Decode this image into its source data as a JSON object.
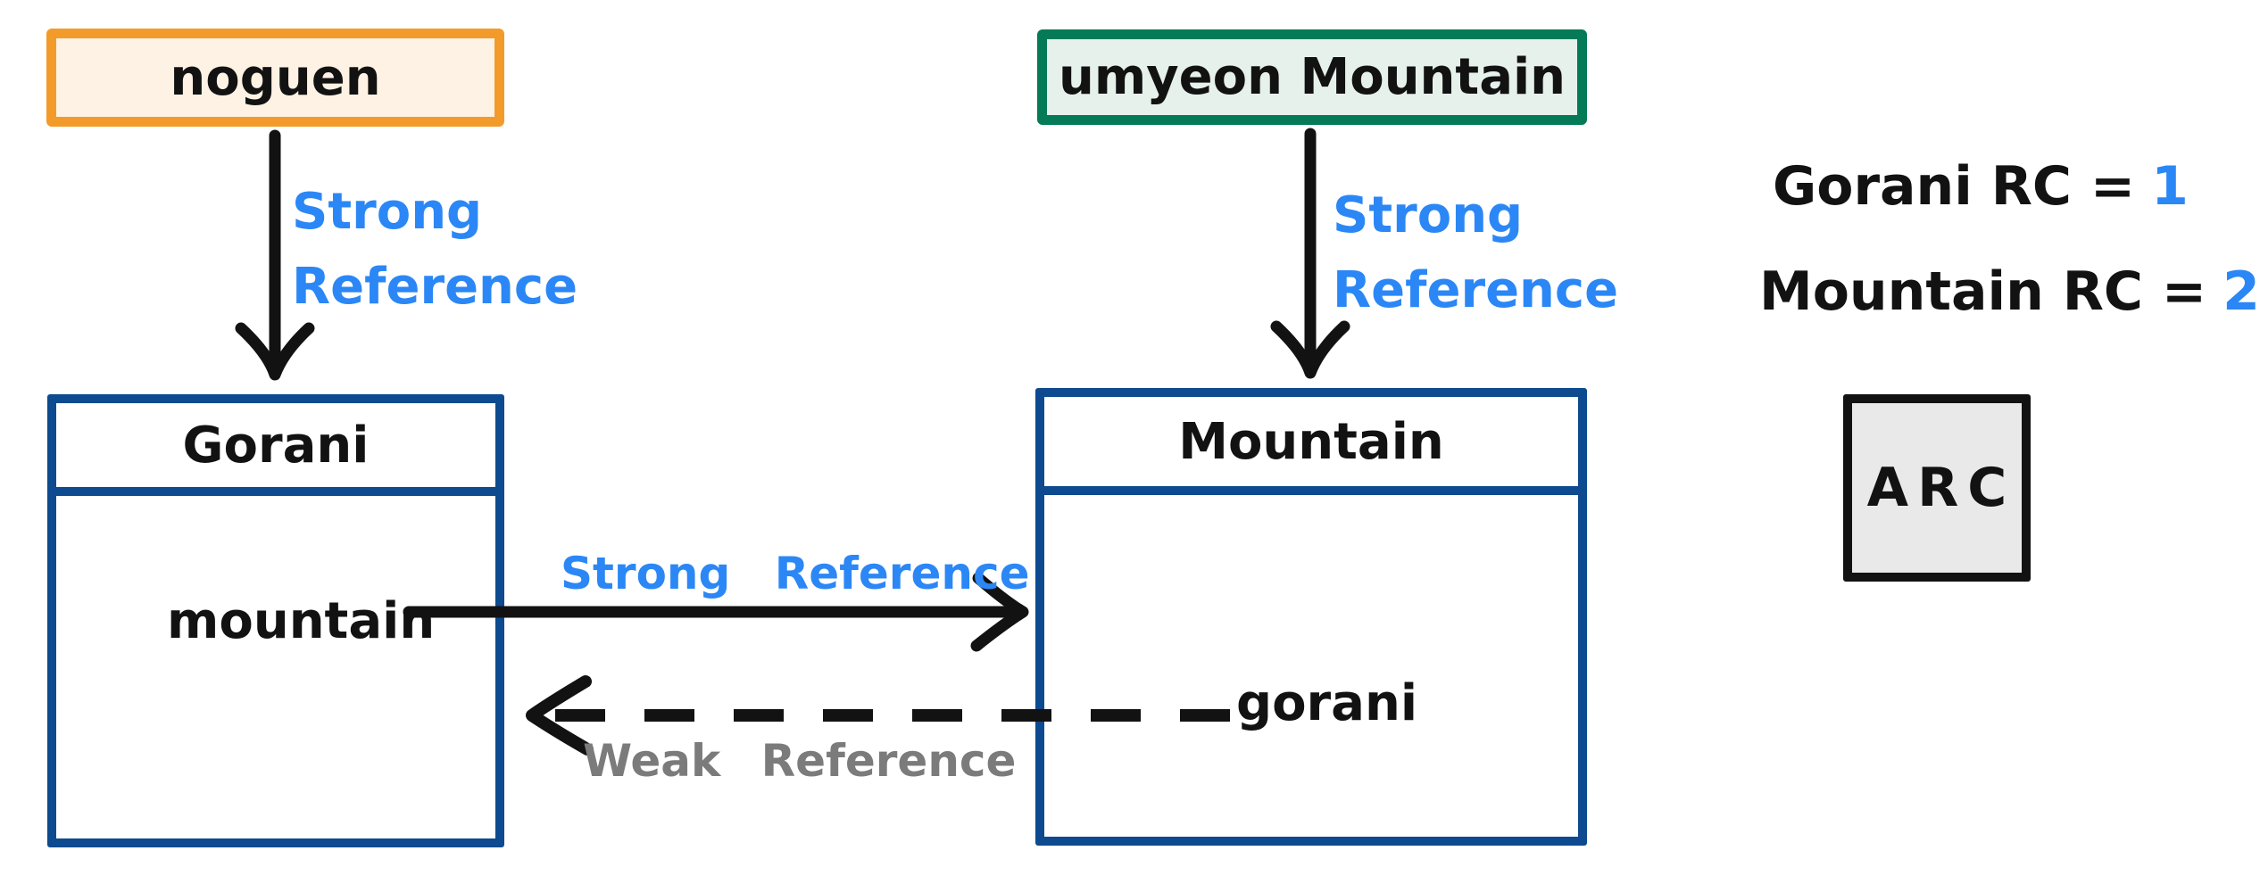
{
  "colors": {
    "orange_border": "#f39b2a",
    "orange_fill": "#fdf2e4",
    "green_border": "#047a57",
    "green_fill": "#e7f1ec",
    "blue_border": "#0d4a8f",
    "blue_text": "#2b87f5",
    "gray_text": "#7b7b7b",
    "black": "#121212",
    "arc_fill": "#e9e9e9"
  },
  "nodes": {
    "noguen": {
      "label": "noguen"
    },
    "umyeon": {
      "label": "umyeon Mountain"
    },
    "gorani": {
      "title": "Gorani",
      "property": "mountain"
    },
    "mountain": {
      "title": "Mountain",
      "property": "gorani"
    },
    "arc": {
      "label": "ARC"
    }
  },
  "edges": {
    "noguen_to_gorani": {
      "type": "strong",
      "line1": "Strong",
      "line2": "Reference"
    },
    "umyeon_to_mountain": {
      "type": "strong",
      "line1": "Strong",
      "line2": "Reference"
    },
    "gorani_to_mountain": {
      "type": "strong",
      "label": "Strong Reference"
    },
    "mountain_to_gorani": {
      "type": "weak",
      "label": "Weak Reference"
    }
  },
  "annotations": {
    "rc": [
      {
        "name": "Gorani RC =",
        "value": "1"
      },
      {
        "name": "Mountain RC =",
        "value": "2"
      }
    ]
  }
}
